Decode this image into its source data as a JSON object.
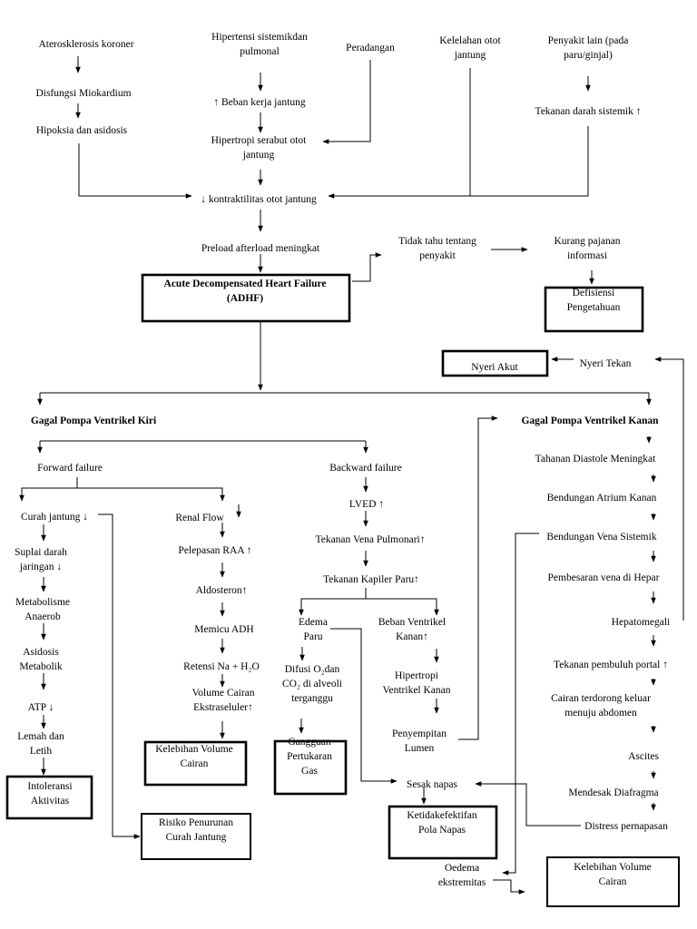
{
  "nodes": {
    "ateros": [
      "Aterosklerosis koroner"
    ],
    "disfungsi": [
      "Disfungsi Miokardium"
    ],
    "hipoksia": [
      "Hipoksia dan asidosis"
    ],
    "hipertensi": [
      "Hipertensi sistemikdan",
      "pulmonal"
    ],
    "beban": [
      "↑ Beban kerja jantung"
    ],
    "hipertropi_otot": [
      "Hipertropi serabut otot",
      "jantung"
    ],
    "peradangan": [
      "Peradangan"
    ],
    "kelelahan": [
      "Kelelahan otot",
      "jantung"
    ],
    "penyakit_lain": [
      "Penyakit lain (pada",
      "paru/ginjal)"
    ],
    "tekanan_sistemik": [
      "Tekanan darah sistemik ↑"
    ],
    "kontraktilitas": [
      "↓ kontraktilitas otot jantung"
    ],
    "preload": [
      "Preload afterload meningkat"
    ],
    "adhf": [
      "Acute Decompensated Heart Failure",
      "(ADHF)"
    ],
    "tidak_tahu": [
      "Tidak tahu tentang",
      "penyakit"
    ],
    "kurang_pajanan": [
      "Kurang pajanan",
      "informasi"
    ],
    "defisiensi": [
      "Defisiensi",
      "Pengetahuan"
    ],
    "nyeri_akut": [
      "Nyeri Akut"
    ],
    "nyeri_tekan": [
      "Nyeri Tekan"
    ],
    "gagal_kiri": [
      "Gagal Pompa Ventrikel Kiri"
    ],
    "gagal_kanan": [
      "Gagal Pompa Ventrikel Kanan"
    ],
    "forward": [
      "Forward failure"
    ],
    "backward": [
      "Backward failure"
    ],
    "curah": [
      "Curah jantung ↓"
    ],
    "suplai": [
      "Suplai darah",
      "jaringan ↓"
    ],
    "metabolisme": [
      "Metabolisme",
      "Anaerob"
    ],
    "asidosis_met": [
      "Asidosis",
      "Metabolik"
    ],
    "atp": [
      "ATP ↓"
    ],
    "lemah": [
      "Lemah dan",
      "Letih"
    ],
    "intoleransi": [
      "Intoleransi",
      "Aktivitas"
    ],
    "risiko": [
      "Risiko Penurunan",
      "Curah Jantung"
    ],
    "renal": [
      "Renal Flow"
    ],
    "raa": [
      "Pelepasan RAA ↑"
    ],
    "aldosteron": [
      "Aldosteron↑"
    ],
    "adh": [
      "Memicu ADH"
    ],
    "retensi": [
      "Retensi Na + H₂O"
    ],
    "volume_cairan": [
      "Volume Cairan",
      "Ekstraseluler↑"
    ],
    "kelebihan1": [
      "Kelebihan Volume",
      "Cairan"
    ],
    "lved": [
      "LVED ↑"
    ],
    "tvp": [
      "Tekanan Vena Pulmonari↑"
    ],
    "tkp": [
      "Tekanan Kapiler Paru↑"
    ],
    "edema": [
      "Edema",
      "Paru"
    ],
    "beban_vk": [
      "Beban Ventrikel",
      "Kanan↑"
    ],
    "difusi": [
      "Difusi O₂dan",
      "CO₂ di alveoli",
      "terganggu"
    ],
    "hipertropi_vk": [
      "Hipertropi",
      "Ventrikel Kanan"
    ],
    "penyempitan": [
      "Penyempitan",
      "Lumen"
    ],
    "gangguan": [
      "Gangguan",
      "Pertukaran",
      "Gas"
    ],
    "sesak": [
      "Sesak napas"
    ],
    "ketidakefektifan": [
      "Ketidakefektifan",
      "Pola Napas"
    ],
    "oedema": [
      "Oedema",
      "ekstremitas"
    ],
    "kelebihan2": [
      "Kelebihan Volume",
      "Cairan"
    ],
    "tahanan": [
      "Tahanan Diastole Meningkat"
    ],
    "atrium": [
      "Bendungan Atrium Kanan"
    ],
    "vena_sistemik": [
      "Bendungan Vena Sistemik"
    ],
    "pembesaran": [
      "Pembesaran vena di Hepar"
    ],
    "hepatomegali": [
      "Hepatomegali"
    ],
    "portal": [
      "Tekanan pembuluh portal ↑"
    ],
    "cairan_terdorong": [
      "Cairan terdorong keluar",
      "menuju abdomen"
    ],
    "ascites": [
      "Ascites"
    ],
    "diafragma": [
      "Mendesak Diafragma"
    ],
    "distress": [
      "Distress pernapasan"
    ]
  }
}
